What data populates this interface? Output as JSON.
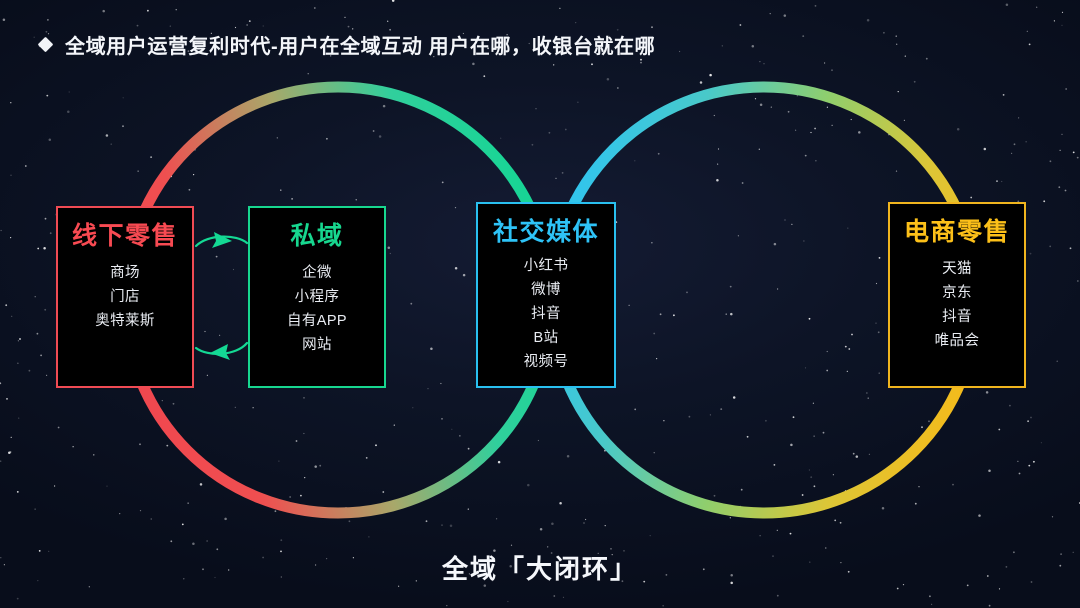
{
  "headline": {
    "bullet_icon": "diamond-bullet-icon",
    "text": "全域用户运营复利时代-用户在全域互动 用户在哪，收银台就在哪"
  },
  "caption": {
    "text": "全域「大闭环」"
  },
  "cards": [
    {
      "id": "offline-retail",
      "title": "线下零售",
      "color": "#f84a52",
      "border_color": "#f04b54",
      "items": [
        "商场",
        "门店",
        "奥特莱斯"
      ]
    },
    {
      "id": "private-domain",
      "title": "私域",
      "color": "#17d78f",
      "border_color": "#17d78f",
      "items": [
        "企微",
        "小程序",
        "自有APP",
        "网站"
      ]
    },
    {
      "id": "social-media",
      "title": "社交媒体",
      "color": "#2ec3f7",
      "border_color": "#29c0f0",
      "items": [
        "小红书",
        "微博",
        "抖音",
        "B站",
        "视频号"
      ]
    },
    {
      "id": "ecommerce-retail",
      "title": "电商零售",
      "color": "#fcc019",
      "border_color": "#f0b51e",
      "items": [
        "天猫",
        "京东",
        "抖音",
        "唯品会"
      ]
    }
  ],
  "rings": {
    "left_ring": {
      "name": "left-loop-ring",
      "gradient_from": "#f0484f",
      "gradient_mid": "#9aa76c",
      "gradient_to": "#15d694"
    },
    "right_ring": {
      "name": "right-loop-ring",
      "gradient_from": "#2ec4f2",
      "gradient_mid": "#8fce6d",
      "gradient_to": "#f3bb1c"
    }
  },
  "connectors": {
    "forward_arrow": "arrow-offline-to-private",
    "back_arrow": "arrow-private-to-offline",
    "color": "#14d994"
  },
  "background": {
    "base_color": "#0a0f1e",
    "star_color": "#ffffff"
  }
}
